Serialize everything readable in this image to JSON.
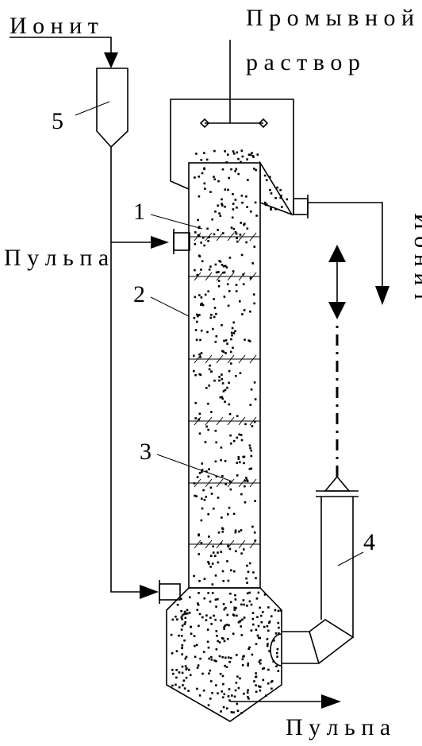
{
  "labels": {
    "ionite_in": "И о н и т",
    "wash_solution_line1": "П р о м ы в н о й",
    "wash_solution_line2": "р а с т в о р",
    "pulp_in": "П у л ь п а",
    "ionite_out": "И о н и т",
    "pulp_out": "П у л ь п а"
  },
  "numbers": {
    "n1": "1",
    "n2": "2",
    "n3": "3",
    "n4": "4",
    "n5": "5"
  }
}
